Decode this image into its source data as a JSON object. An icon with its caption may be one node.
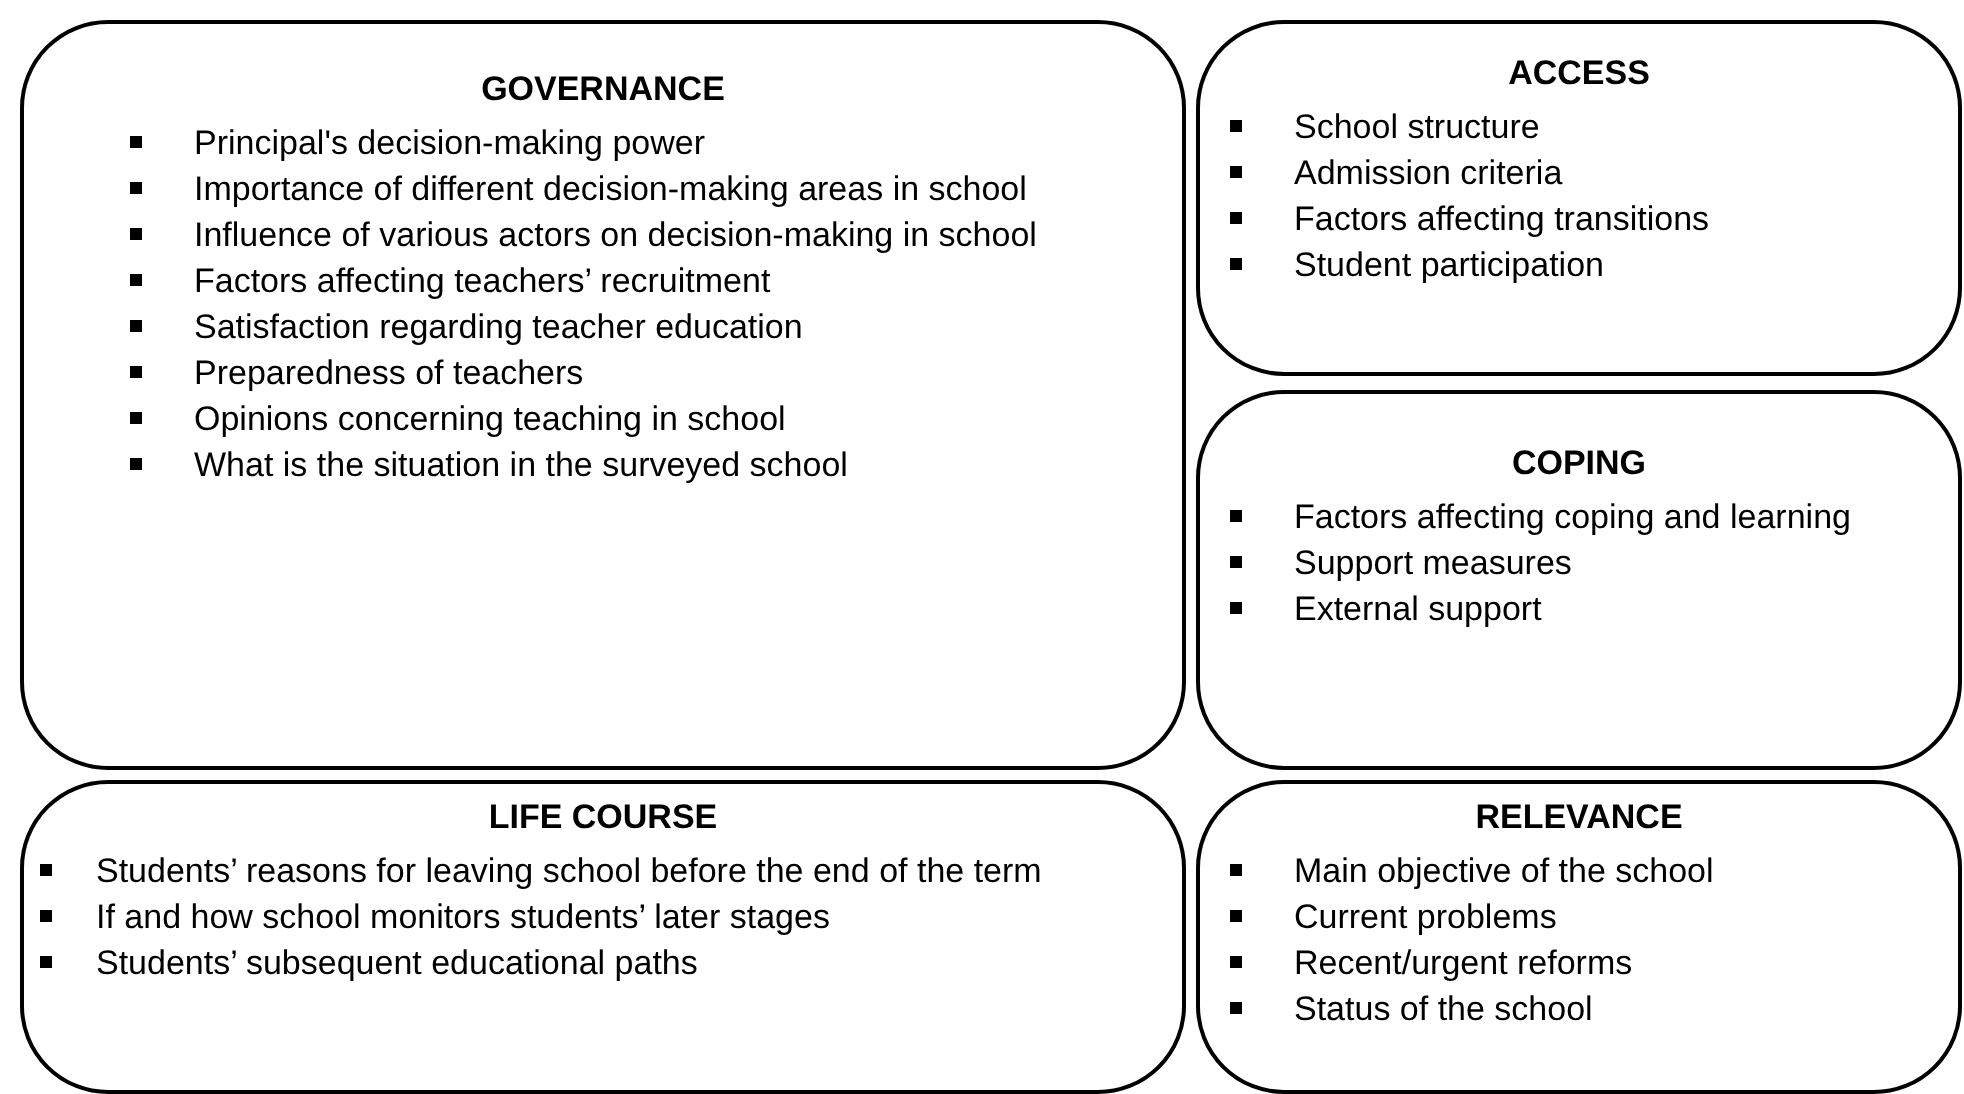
{
  "diagram": {
    "nodes": [
      {
        "text": [
          "GOVERNANCE",
          "Principal's decision-making power",
          "Importance of different decision-making areas in school",
          "Influence of various actors on decision-making in school",
          "Factors affecting teachers’ recruitment",
          "Satisfaction regarding teacher education",
          "Preparedness of teachers",
          "Opinions concerning teaching in school",
          "What is the situation in the surveyed school"
        ]
      },
      {
        "text": [
          "ACCESS",
          "School structure",
          "Admission criteria",
          "Factors affecting transitions",
          "Student participation"
        ]
      },
      {
        "text": [
          "COPING",
          "Factors affecting coping and learning",
          "Support measures",
          "External support"
        ]
      },
      {
        "text": [
          "LIFE COURSE",
          "Students’ reasons for leaving school before the end of the term",
          "If and how school monitors students’ later stages",
          "Students’ subsequent educational paths"
        ]
      },
      {
        "text": [
          "RELEVANCE",
          "Main objective of the school",
          "Current problems",
          "Recent/urgent reforms",
          "Status of the school"
        ]
      }
    ],
    "edges": []
  }
}
